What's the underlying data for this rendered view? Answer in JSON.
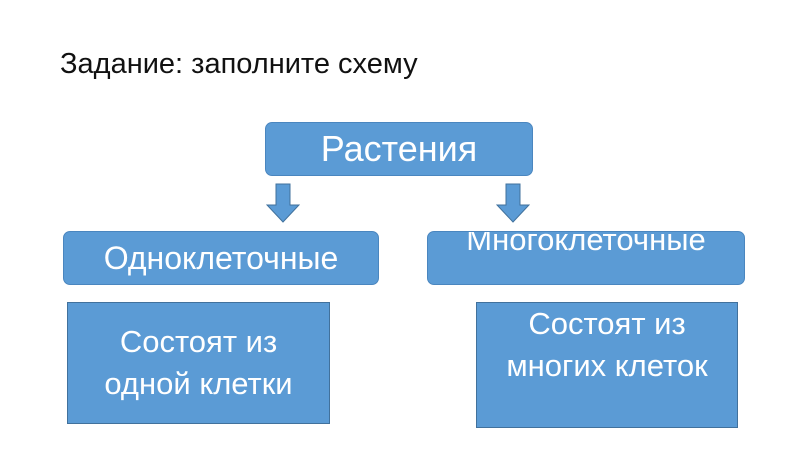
{
  "slide": {
    "title": "Задание: заполните схему"
  },
  "diagram": {
    "root": "Растения",
    "left_branch": {
      "label": "Одноклеточные",
      "description": "Состоят из одной клетки"
    },
    "right_branch": {
      "label": "Многоклеточные",
      "description": "Состоят из многих клеток"
    }
  },
  "colors": {
    "box_fill": "#5b9bd5",
    "box_border": "#41719c",
    "text_on_box": "#ffffff",
    "title_text": "#111111"
  },
  "icons": {
    "left_arrow": "arrow-down-icon",
    "right_arrow": "arrow-down-icon"
  }
}
